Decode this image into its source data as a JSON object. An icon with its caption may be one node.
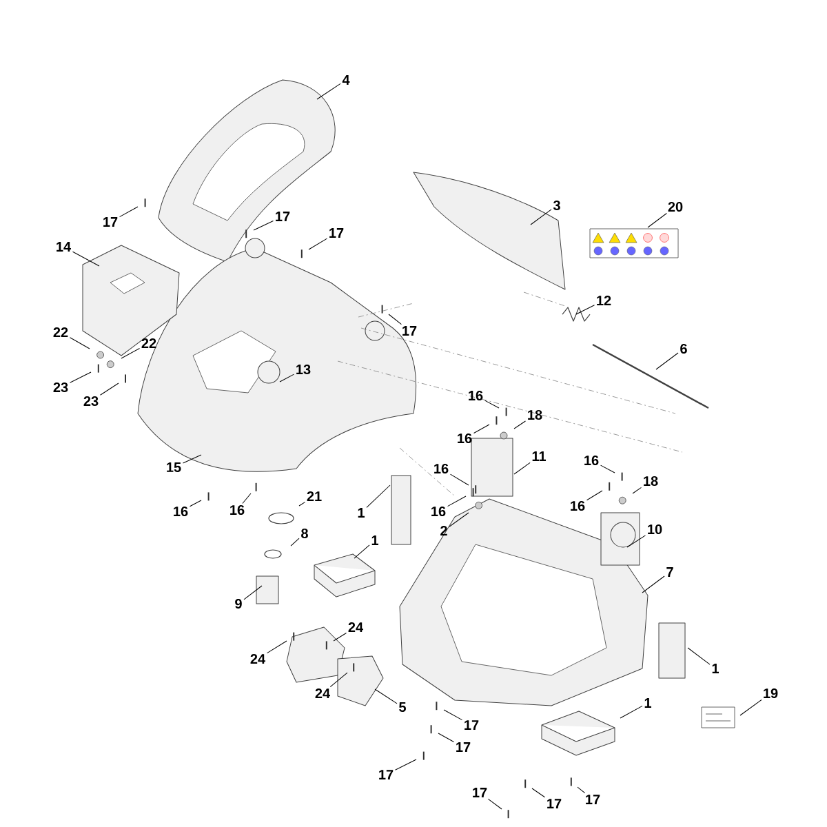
{
  "diagram": {
    "nodes": [
      {
        "text": [
          "4"
        ]
      },
      {
        "text": [
          "17"
        ]
      },
      {
        "text": [
          "17"
        ]
      },
      {
        "text": [
          "17"
        ]
      },
      {
        "text": [
          "14"
        ]
      },
      {
        "text": [
          "3"
        ]
      },
      {
        "text": [
          "20"
        ]
      },
      {
        "text": [
          "17"
        ]
      },
      {
        "text": [
          "12"
        ]
      },
      {
        "text": [
          "6"
        ]
      },
      {
        "text": [
          "22"
        ]
      },
      {
        "text": [
          "22"
        ]
      },
      {
        "text": [
          "13"
        ]
      },
      {
        "text": [
          "23"
        ]
      },
      {
        "text": [
          "23"
        ]
      },
      {
        "text": [
          "15"
        ]
      },
      {
        "text": [
          "16"
        ]
      },
      {
        "text": [
          "16"
        ]
      },
      {
        "text": [
          "21"
        ]
      },
      {
        "text": [
          "1"
        ]
      },
      {
        "text": [
          "8"
        ]
      },
      {
        "text": [
          "1"
        ]
      },
      {
        "text": [
          "9"
        ]
      },
      {
        "text": [
          "24"
        ]
      },
      {
        "text": [
          "24"
        ]
      },
      {
        "text": [
          "24"
        ]
      },
      {
        "text": [
          "5"
        ]
      },
      {
        "text": [
          "16"
        ]
      },
      {
        "text": [
          "18"
        ]
      },
      {
        "text": [
          "16"
        ]
      },
      {
        "text": [
          "11"
        ]
      },
      {
        "text": [
          "16"
        ]
      },
      {
        "text": [
          "16"
        ]
      },
      {
        "text": [
          "2"
        ]
      },
      {
        "text": [
          "16"
        ]
      },
      {
        "text": [
          "18"
        ]
      },
      {
        "text": [
          "16"
        ]
      },
      {
        "text": [
          "10"
        ]
      },
      {
        "text": [
          "7"
        ]
      },
      {
        "text": [
          "1"
        ]
      },
      {
        "text": [
          "19"
        ]
      },
      {
        "text": [
          "1"
        ]
      },
      {
        "text": [
          "17"
        ]
      },
      {
        "text": [
          "17"
        ]
      },
      {
        "text": [
          "17"
        ]
      },
      {
        "text": [
          "17"
        ]
      },
      {
        "text": [
          "17"
        ]
      },
      {
        "text": [
          "17"
        ]
      }
    ],
    "edges": [
      {
        "from": 0,
        "to": null,
        "arrow": "none"
      },
      {
        "from": 1,
        "to": null,
        "arrow": "none"
      },
      {
        "from": 2,
        "to": null,
        "arrow": "none"
      },
      {
        "from": 3,
        "to": null,
        "arrow": "none"
      },
      {
        "from": 4,
        "to": null,
        "arrow": "none"
      },
      {
        "from": 5,
        "to": null,
        "arrow": "none"
      },
      {
        "from": 6,
        "to": null,
        "arrow": "none"
      },
      {
        "from": 7,
        "to": null,
        "arrow": "none"
      },
      {
        "from": 8,
        "to": null,
        "arrow": "none"
      },
      {
        "from": 9,
        "to": null,
        "arrow": "none"
      },
      {
        "from": 10,
        "to": null,
        "arrow": "none"
      },
      {
        "from": 11,
        "to": null,
        "arrow": "none"
      },
      {
        "from": 12,
        "to": null,
        "arrow": "none"
      },
      {
        "from": 13,
        "to": null,
        "arrow": "none"
      },
      {
        "from": 14,
        "to": null,
        "arrow": "none"
      },
      {
        "from": 15,
        "to": null,
        "arrow": "none"
      },
      {
        "from": 16,
        "to": null,
        "arrow": "none"
      },
      {
        "from": 17,
        "to": null,
        "arrow": "none"
      },
      {
        "from": 18,
        "to": null,
        "arrow": "none"
      },
      {
        "from": 19,
        "to": null,
        "arrow": "none"
      },
      {
        "from": 20,
        "to": null,
        "arrow": "none"
      },
      {
        "from": 21,
        "to": null,
        "arrow": "none"
      },
      {
        "from": 22,
        "to": null,
        "arrow": "none"
      },
      {
        "from": 23,
        "to": null,
        "arrow": "none"
      },
      {
        "from": 24,
        "to": null,
        "arrow": "none"
      },
      {
        "from": 25,
        "to": null,
        "arrow": "none"
      },
      {
        "from": 26,
        "to": null,
        "arrow": "none"
      },
      {
        "from": 27,
        "to": null,
        "arrow": "none"
      },
      {
        "from": 28,
        "to": null,
        "arrow": "none"
      },
      {
        "from": 29,
        "to": null,
        "arrow": "none"
      },
      {
        "from": 30,
        "to": null,
        "arrow": "none"
      },
      {
        "from": 31,
        "to": null,
        "arrow": "none"
      },
      {
        "from": 32,
        "to": null,
        "arrow": "none"
      },
      {
        "from": 33,
        "to": null,
        "arrow": "none"
      },
      {
        "from": 34,
        "to": null,
        "arrow": "none"
      },
      {
        "from": 35,
        "to": null,
        "arrow": "none"
      },
      {
        "from": 36,
        "to": null,
        "arrow": "none"
      },
      {
        "from": 37,
        "to": null,
        "arrow": "none"
      },
      {
        "from": 38,
        "to": null,
        "arrow": "none"
      },
      {
        "from": 39,
        "to": null,
        "arrow": "none"
      },
      {
        "from": 40,
        "to": null,
        "arrow": "none"
      },
      {
        "from": 41,
        "to": null,
        "arrow": "none"
      },
      {
        "from": 42,
        "to": null,
        "arrow": "none"
      },
      {
        "from": 43,
        "to": null,
        "arrow": "none"
      },
      {
        "from": 44,
        "to": null,
        "arrow": "none"
      },
      {
        "from": 45,
        "to": null,
        "arrow": "none"
      },
      {
        "from": 46,
        "to": null,
        "arrow": "none"
      },
      {
        "from": 47,
        "to": null,
        "arrow": "none"
      }
    ]
  }
}
